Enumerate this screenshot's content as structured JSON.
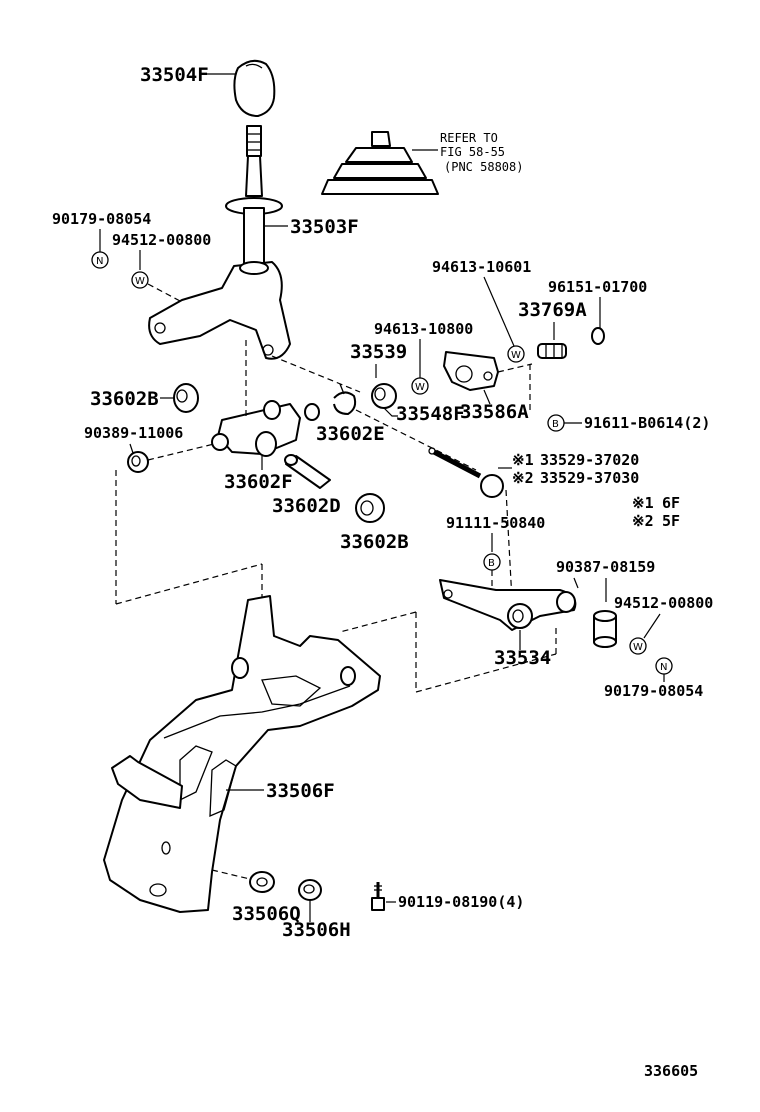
{
  "diagram_id": "336605",
  "labels": {
    "knob": "33504F",
    "lever": "33503F",
    "nut_90179_top": "90179-08054",
    "washer_94512_top": "94512-00800",
    "washer_94613_10601": "94613-10601",
    "clip_96151": "96151-01700",
    "spring_33769A": "33769A",
    "washer_94613_10800": "94613-10800",
    "bushing_33539": "33539",
    "bushing_33602B_left": "33602B",
    "bushing_90389": "90389-11006",
    "clip_33602E": "33602E",
    "collar_33548F": "33548F",
    "block_33586A": "33586A",
    "bolt_91611": "91611-B0614(2)",
    "shaft_33529_a": "33529-37020",
    "shaft_33529_b": "33529-37030",
    "shaft_33602F": "33602F",
    "pin_33602D": "33602D",
    "bushing_33602B_bottom": "33602B",
    "bolt_91111": "91111-50840",
    "pin_90387": "90387-08159",
    "washer_94512_right": "94512-00800",
    "nut_90179_right": "90179-08054",
    "lever_33534": "33534",
    "bracket_33506F": "33506F",
    "bushing_33506Q": "33506Q",
    "bushing_33506H": "33506H",
    "bolt_90119": "90119-08190(4)"
  },
  "note_refer": {
    "line1": "REFER TO",
    "line2": "FIG 58-55",
    "line3": "(PNC 58808)"
  },
  "legend": {
    "mark1": "※1",
    "mark2": "※2",
    "mark1_text": "6F",
    "mark2_text": "5F"
  },
  "circle_letters": {
    "n": "N",
    "w": "W",
    "b": "B"
  }
}
